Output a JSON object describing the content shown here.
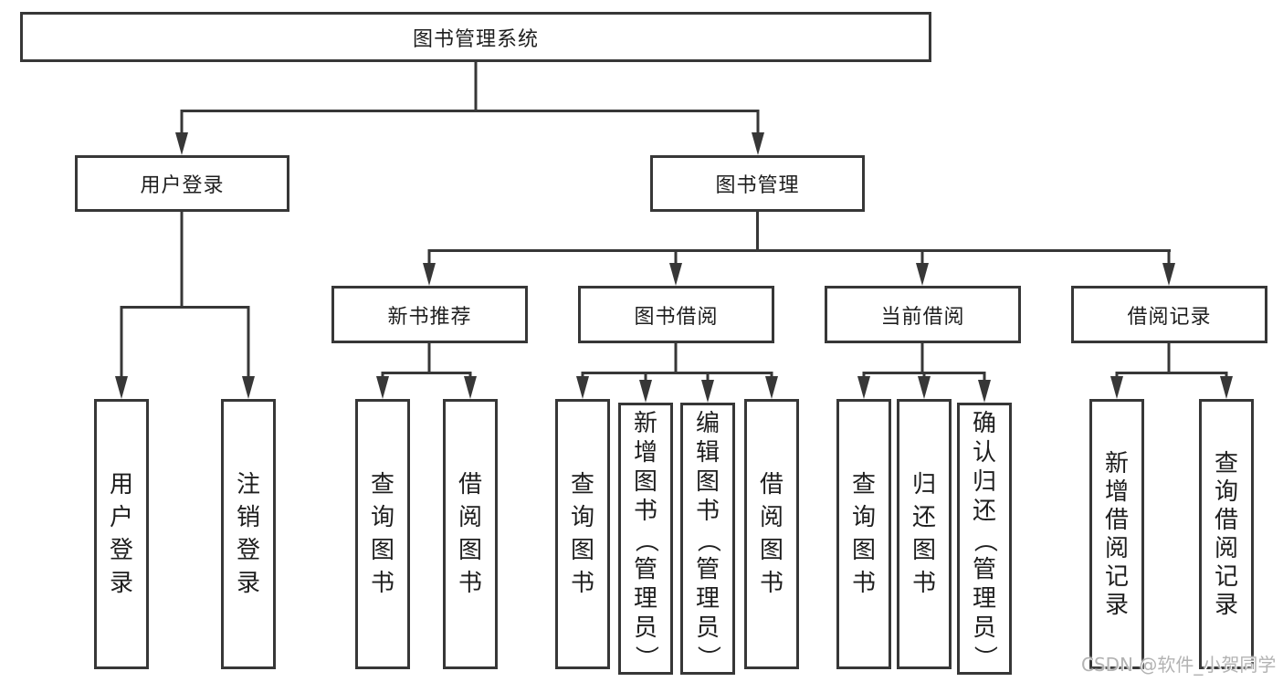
{
  "diagram": {
    "title": "图书管理系统",
    "tree": {
      "label": "图书管理系统",
      "children": [
        {
          "label": "用户登录",
          "children": [
            {
              "label": "用户登录"
            },
            {
              "label": "注销登录"
            }
          ]
        },
        {
          "label": "图书管理",
          "children": [
            {
              "label": "新书推荐",
              "children": [
                {
                  "label": "查询图书"
                },
                {
                  "label": "借阅图书"
                }
              ]
            },
            {
              "label": "图书借阅",
              "children": [
                {
                  "label": "查询图书"
                },
                {
                  "label": "新增图书（管理员）"
                },
                {
                  "label": "编辑图书（管理员）"
                },
                {
                  "label": "借阅图书"
                }
              ]
            },
            {
              "label": "当前借阅",
              "children": [
                {
                  "label": "查询图书"
                },
                {
                  "label": "归还图书"
                },
                {
                  "label": "确认归还（管理员）"
                }
              ]
            },
            {
              "label": "借阅记录",
              "children": [
                {
                  "label": "新增借阅记录"
                },
                {
                  "label": "查询借阅记录"
                }
              ]
            }
          ]
        }
      ]
    }
  },
  "watermark": {
    "text": "CSDN @软件_小贺同学"
  },
  "colors": {
    "line": "#373737",
    "text": "#1e1e1e",
    "watermark": "#b3b3b3",
    "background": "#ffffff"
  }
}
